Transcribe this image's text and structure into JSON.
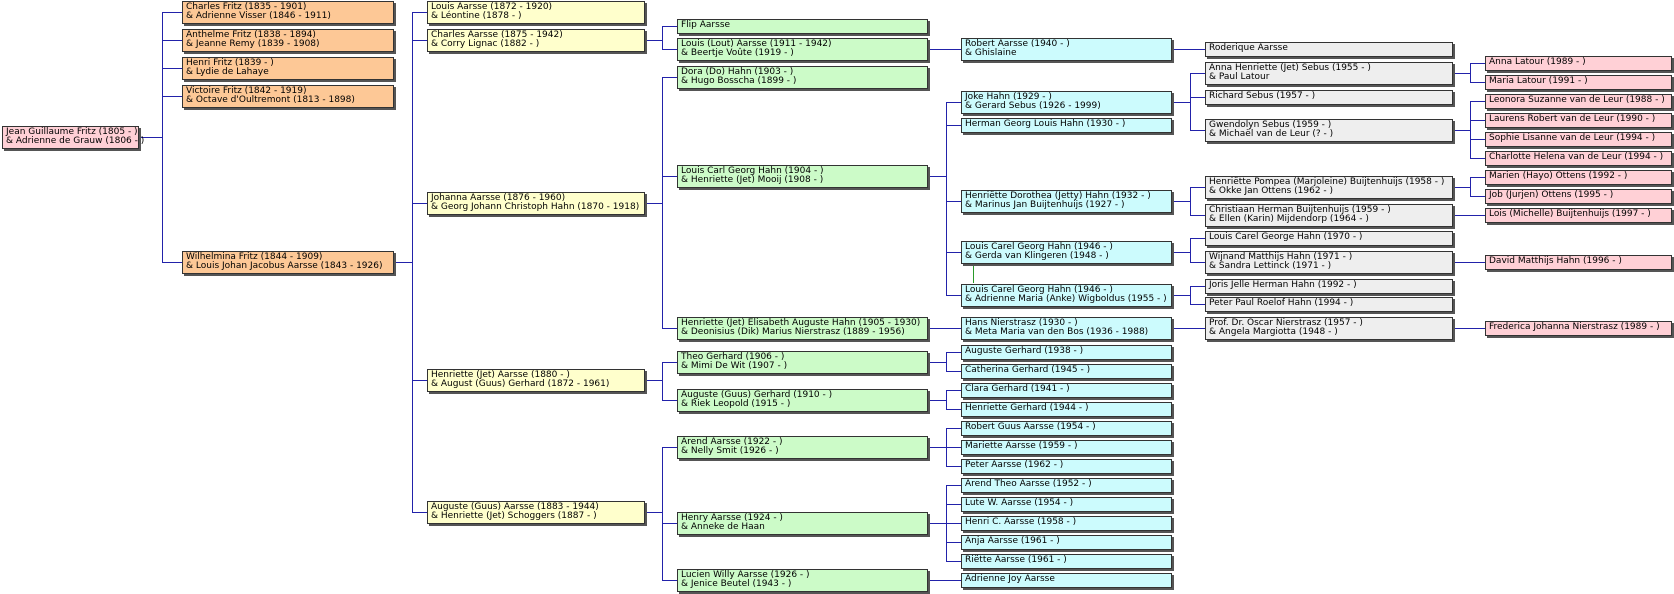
{
  "colors": {
    "line": "#2222aa",
    "link_line": "#2a9a2a",
    "root": "#ffd0d6",
    "orange": "#fdc896",
    "yellow": "#ffffcc",
    "green": "#ccfbc8",
    "cyan": "#ccfbfd",
    "gray": "#eeeeee",
    "pink": "#ffd0d6"
  },
  "people": {
    "p0": {
      "line1": "Jean Guillaume Fritz (1805 - )",
      "line2": "& Adrienne de Grauw (1806 - )"
    },
    "p1": {
      "line1": "Charles Fritz (1835 - 1901)",
      "line2": "& Adrienne Visser (1846 - 1911)"
    },
    "p2": {
      "line1": "Anthelme Fritz (1838 - 1894)",
      "line2": "& Jeanne Remy (1839 - 1908)"
    },
    "p3": {
      "line1": "Henri Fritz (1839 - )",
      "line2": "& Lydie de Lahaye"
    },
    "p4": {
      "line1": "Victoire Fritz (1842 - 1919)",
      "line2": "& Octave d'Oultremont (1813 - 1898)"
    },
    "p5": {
      "line1": "Wilhelmina Fritz (1844 - 1909)",
      "line2": "& Louis Johan Jacobus Aarsse (1843 - 1926)"
    },
    "p6": {
      "line1": "Louis Aarsse (1872 - 1920)",
      "line2": "& Léontine (1878 - )"
    },
    "p7": {
      "line1": "Charles Aarsse (1875 - 1942)",
      "line2": "& Corry Lignac (1882 - )"
    },
    "p8": {
      "line1": "Johanna Aarsse (1876 - 1960)",
      "line2": "& Georg Johann Christoph Hahn (1870 - 1918)"
    },
    "p9": {
      "line1": "Henriette (Jet) Aarsse (1880 - )",
      "line2": "& August (Guus) Gerhard (1872 - 1961)"
    },
    "p10": {
      "line1": "Auguste (Guus) Aarsse (1883 - 1944)",
      "line2": "& Henriette (Jet) Schoggers (1887 - )"
    },
    "p11": {
      "line1": "Flip Aarsse",
      "line2": ""
    },
    "p12": {
      "line1": "Louis (Lout) Aarsse (1911 - 1942)",
      "line2": "& Beertje Voûte (1919 - )"
    },
    "p13": {
      "line1": "Dora (Do) Hahn (1903 - )",
      "line2": "& Hugo Bosscha (1899 - )"
    },
    "p14": {
      "line1": "Louis Carl Georg Hahn (1904 - )",
      "line2": "& Henriette (Jet) Mooij (1908 - )"
    },
    "p15": {
      "line1": "Henriette (Jet) Elisabeth Auguste Hahn (1905 - 1930)",
      "line2": "& Deonisius (Dik) Marius Nierstrasz (1889 - 1956)"
    },
    "p16": {
      "line1": "Theo Gerhard (1906 - )",
      "line2": "& Mimi De Wit (1907 - )"
    },
    "p17": {
      "line1": "Auguste (Guus) Gerhard (1910 - )",
      "line2": "& Riek Leopold (1915 - )"
    },
    "p18": {
      "line1": "Arend Aarsse (1922 - )",
      "line2": "& Nelly Smit (1926 - )"
    },
    "p19": {
      "line1": "Henry Aarsse (1924 - )",
      "line2": "& Anneke de Haan"
    },
    "p20": {
      "line1": "Lucien Willy Aarsse (1926 - )",
      "line2": "& Jenice Beutel (1943 - )"
    },
    "p21": {
      "line1": "Robert Aarsse (1940 - )",
      "line2": "& Ghislaine"
    },
    "p22": {
      "line1": "Joke Hahn (1929 - )",
      "line2": "& Gerard Sebus (1926 - 1999)"
    },
    "p23": {
      "line1": "Herman Georg Louis Hahn (1930 - )",
      "line2": ""
    },
    "p24": {
      "line1": "Henriëtte Dorothea (Jetty) Hahn (1932 - )",
      "line2": "& Marinus Jan Buijtenhuijs (1927 - )"
    },
    "p25": {
      "line1": "Louis Carel Georg Hahn (1946 - )",
      "line2": "& Gerda van Klingeren (1948 - )"
    },
    "p26": {
      "line1": "Louis Carel Georg Hahn (1946 - )",
      "line2": "& Adrienne Maria (Anke) Wigboldus (1955 - )"
    },
    "p27": {
      "line1": "Hans Nierstrasz (1930 - )",
      "line2": "& Meta Maria van den Bos (1936 - 1988)"
    },
    "p28": {
      "line1": "Auguste Gerhard (1938 - )",
      "line2": ""
    },
    "p29": {
      "line1": "Catherina Gerhard (1945 - )",
      "line2": ""
    },
    "p30": {
      "line1": "Clara Gerhard (1941 - )",
      "line2": ""
    },
    "p31": {
      "line1": "Henriette Gerhard (1944 - )",
      "line2": ""
    },
    "p32": {
      "line1": "Robert Guus Aarsse (1954 - )",
      "line2": ""
    },
    "p33": {
      "line1": "Mariette Aarsse (1959 - )",
      "line2": ""
    },
    "p34": {
      "line1": "Peter Aarsse (1962 - )",
      "line2": ""
    },
    "p35": {
      "line1": "Arend Theo Aarsse (1952 - )",
      "line2": ""
    },
    "p36": {
      "line1": "Lute W. Aarsse (1954 - )",
      "line2": ""
    },
    "p37": {
      "line1": "Henri C. Aarsse (1958 - )",
      "line2": ""
    },
    "p38": {
      "line1": "Anja Aarsse (1961 - )",
      "line2": ""
    },
    "p39": {
      "line1": "Riëtte Aarsse (1961 - )",
      "line2": ""
    },
    "p40": {
      "line1": "Adrienne Joy Aarsse",
      "line2": ""
    },
    "p41": {
      "line1": "Roderique Aarsse",
      "line2": ""
    },
    "p42": {
      "line1": "Anna Henriette (Jet) Sebus (1955 - )",
      "line2": "& Paul Latour"
    },
    "p43": {
      "line1": "Richard Sebus (1957 - )",
      "line2": ""
    },
    "p44": {
      "line1": "Gwendolyn Sebus (1959 - )",
      "line2": "& Michaël van de Leur (? - )"
    },
    "p45": {
      "line1": "Henriëtte Pompea (Marjoleine) Buijtenhuijs (1958 - )",
      "line2": "& Okke Jan Ottens (1962 - )"
    },
    "p46": {
      "line1": "Christiaan Herman Buijtenhuijs (1959 - )",
      "line2": "& Ellen  (Karin) Mijdendorp (1964 - )"
    },
    "p47": {
      "line1": "Louis Carel George Hahn (1970 - )",
      "line2": ""
    },
    "p48": {
      "line1": "Wijnand Matthijs Hahn (1971 - )",
      "line2": "& Sandra Lettinck (1971 - )"
    },
    "p49": {
      "line1": "Joris Jelle Herman Hahn (1992 - )",
      "line2": ""
    },
    "p50": {
      "line1": "Peter Paul Roelof Hahn (1994 - )",
      "line2": ""
    },
    "p51": {
      "line1": "Prof. Dr. Oscar Nierstrasz (1957 - )",
      "line2": "& Angela Margiotta (1948 - )"
    },
    "p52": {
      "line1": "Anna Latour (1989 - )",
      "line2": ""
    },
    "p53": {
      "line1": "Maria Latour (1991 - )",
      "line2": ""
    },
    "p54": {
      "line1": "Leonora Suzanne van de Leur (1988 - )",
      "line2": ""
    },
    "p55": {
      "line1": "Laurens Robert van de Leur (1990 - )",
      "line2": ""
    },
    "p56": {
      "line1": "Sophie Lisanne van de Leur (1994 - )",
      "line2": ""
    },
    "p57": {
      "line1": "Charlotte Helena van de Leur (1994 - )",
      "line2": ""
    },
    "p58": {
      "line1": "Marien (Hayo) Ottens (1992 - )",
      "line2": ""
    },
    "p59": {
      "line1": "Job (Jurjen) Ottens (1995 - )",
      "line2": ""
    },
    "p60": {
      "line1": "Lois (Michelle) Buijtenhuijs (1997 - )",
      "line2": ""
    },
    "p61": {
      "line1": "David Matthijs Hahn (1996 - )",
      "line2": ""
    },
    "p62": {
      "line1": "Frederica Johanna Nierstrasz (1989 - )",
      "line2": ""
    }
  }
}
